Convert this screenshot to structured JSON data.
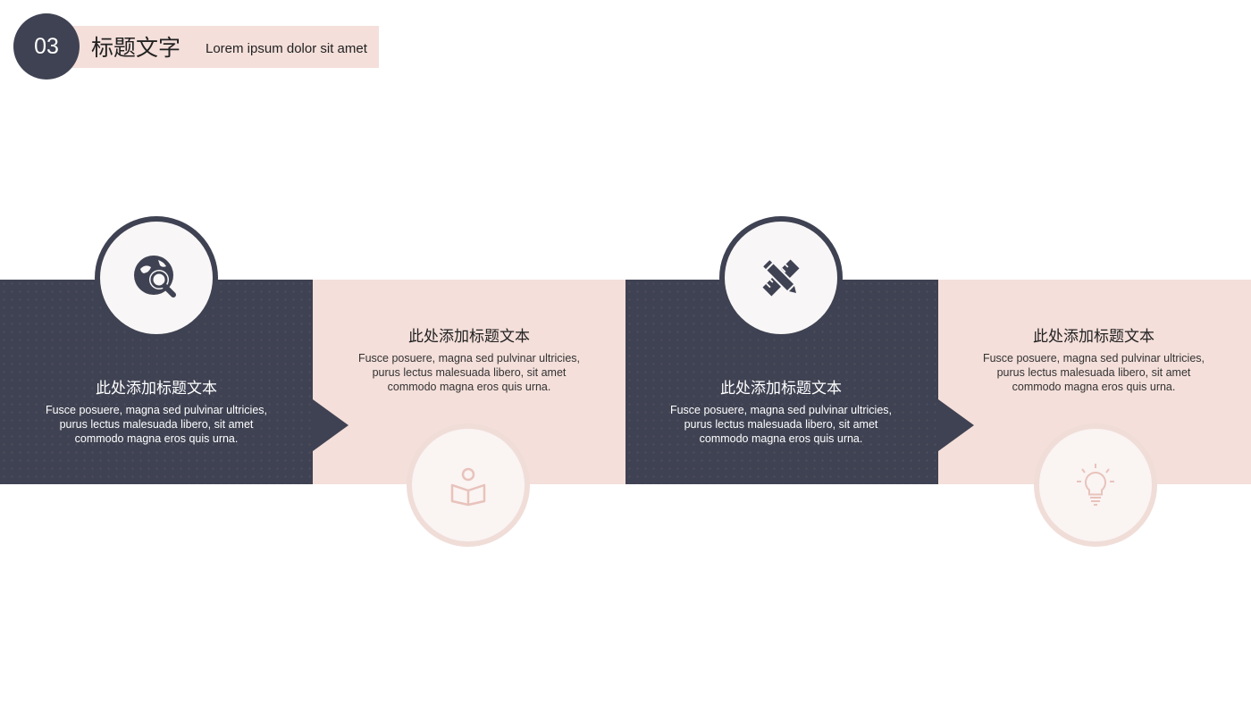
{
  "header": {
    "number": "03",
    "title": "标题文字",
    "subtitle": "Lorem ipsum dolor sit amet"
  },
  "colors": {
    "dark": "#3f4252",
    "pink": "#f4dfda",
    "background": "#ffffff"
  },
  "steps": [
    {
      "title": "此处添加标题文本",
      "text": "Fusce posuere, magna sed pulvinar ultricies, purus lectus malesuada libero, sit amet commodo magna eros quis urna.",
      "icon": "globe-search-icon"
    },
    {
      "title": "此处添加标题文本",
      "text": "Fusce posuere, magna sed pulvinar ultricies, purus lectus malesuada libero, sit amet commodo magna eros quis urna.",
      "icon": "reading-book-icon"
    },
    {
      "title": "此处添加标题文本",
      "text": "Fusce posuere, magna sed pulvinar ultricies, purus lectus malesuada libero, sit amet commodo magna eros quis urna.",
      "icon": "pencil-ruler-icon"
    },
    {
      "title": "此处添加标题文本",
      "text": "Fusce posuere, magna sed pulvinar ultricies, purus lectus malesuada libero, sit amet commodo magna eros quis urna.",
      "icon": "lightbulb-icon"
    }
  ]
}
